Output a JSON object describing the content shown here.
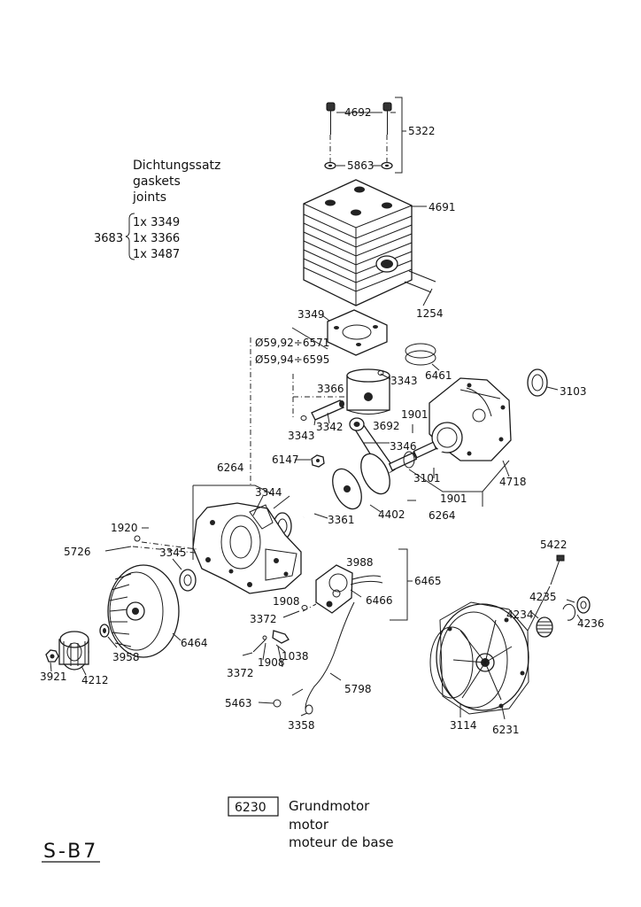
{
  "sheet": {
    "code": "S-B7"
  },
  "gasket_note": {
    "lines": [
      "Dichtungssatz",
      "gaskets",
      "joints"
    ],
    "kit_number": "3683",
    "items": [
      "1x 3349",
      "1x 3366",
      "1x 3487"
    ]
  },
  "bore_note": [
    "Ø59,92÷6571",
    "Ø59,94÷6595"
  ],
  "legend": {
    "number": "6230",
    "lines": [
      "Grundmotor",
      "motor",
      "moteur de base"
    ]
  },
  "labels": {
    "p4692": "4692",
    "p5322": "5322",
    "p5863": "5863",
    "p4691": "4691",
    "p1254": "1254",
    "p3349": "3349",
    "p6461": "6461",
    "p3103": "3103",
    "p3366": "3366",
    "p3343a": "3343",
    "p3343b": "3343",
    "p3342": "3342",
    "p1901a": "1901",
    "p3692": "3692",
    "p3346": "3346",
    "p6147": "6147",
    "p6264a": "6264",
    "p3344": "3344",
    "p4718": "4718",
    "p3101": "3101",
    "p1901b": "1901",
    "p6264b": "6264",
    "p3361": "3361",
    "p4402": "4402",
    "p1920": "1920",
    "p5726": "5726",
    "p3345": "3345",
    "p3988": "3988",
    "p6465": "6465",
    "p5422": "5422",
    "p4235": "4235",
    "p1908a": "1908",
    "p6466": "6466",
    "p4234": "4234",
    "p4236": "4236",
    "p3372a": "3372",
    "p6464": "6464",
    "p1908b": "1908",
    "p1038": "1038",
    "p3372b": "3372",
    "p3958": "3958",
    "p3921": "3921",
    "p4212": "4212",
    "p5798": "5798",
    "p5463": "5463",
    "p3358": "3358",
    "p3114": "3114",
    "p6231": "6231"
  }
}
